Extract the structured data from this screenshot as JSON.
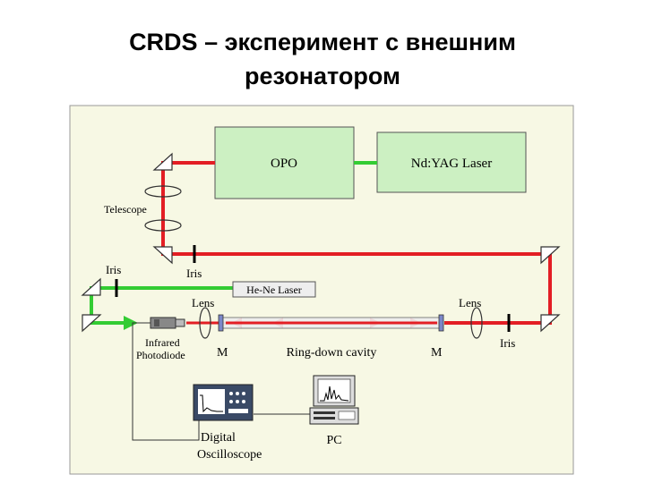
{
  "slide": {
    "title_line1": "CRDS – эксперимент с внешним",
    "title_line2": "резонатором"
  },
  "diagram": {
    "labels": {
      "opo": "OPO",
      "laser": "Nd:YAG Laser",
      "telescope": "Telescope",
      "iris_left": "Iris",
      "iris_mid": "Iris",
      "iris_right": "Iris",
      "hene": "He-Ne Laser",
      "lens_left": "Lens",
      "lens_right": "Lens",
      "photodiode_l1": "Infrared",
      "photodiode_l2": "Photodiode",
      "mirror_left": "M",
      "mirror_right": "M",
      "cavity": "Ring-down cavity",
      "osc_l1": "Digital",
      "osc_l2": "Oscilloscope",
      "pc": "PC"
    },
    "colors": {
      "panel": "#f7f8e4",
      "box": "#ccf0c2",
      "red_beam": "#e31e24",
      "green_beam": "#33cc33",
      "cavity": "#eeeeee"
    }
  }
}
